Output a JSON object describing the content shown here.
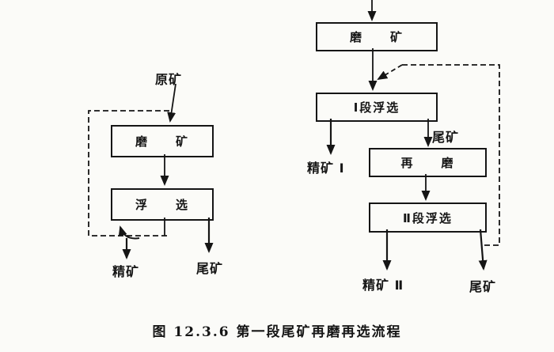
{
  "figure": {
    "caption": "图 12.3.6  第一段尾矿再磨再选流程"
  },
  "left_flow": {
    "feed_label": "原矿",
    "grind_box": "磨　　矿",
    "flotation_box": "浮　　选",
    "concentrate_label": "精矿",
    "tailings_label": "尾矿"
  },
  "right_flow": {
    "grind_box": "磨　　矿",
    "stage1_box": "Ⅰ段浮选",
    "concentrate1_label": "精矿 Ⅰ",
    "tailings_mid_label": "尾矿",
    "regrind_box": "再　　磨",
    "stage2_box": "Ⅱ段浮选",
    "concentrate2_label": "精矿 Ⅱ",
    "tailings_final_label": "尾矿"
  },
  "colors": {
    "ink": "#151515",
    "paper": "#fbfbf8"
  }
}
